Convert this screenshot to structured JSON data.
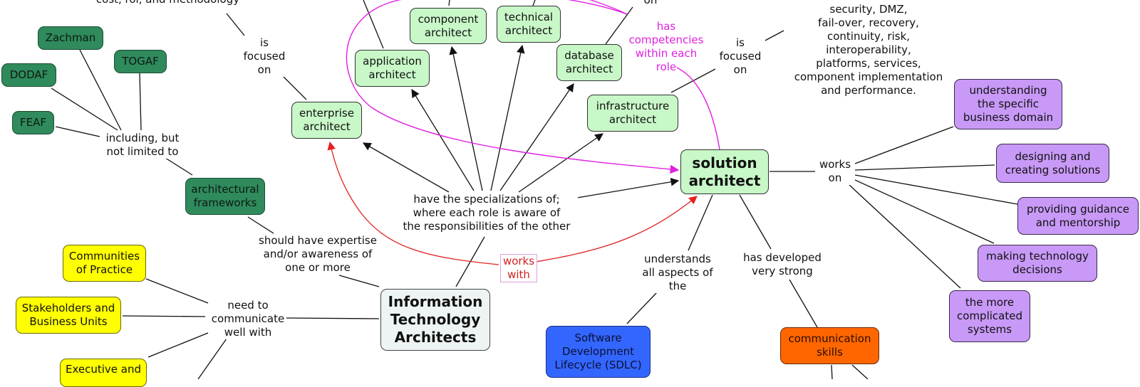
{
  "colors": {
    "link": "#111111",
    "competency_link": "#e020e0",
    "works_with_link": "#e02020",
    "role_node": "#c8f7c8",
    "framework_node": "#2f8a5c",
    "stakeholder_node": "#ffff00",
    "focus_node": "#c899f7",
    "sdlc_node": "#3366ff",
    "skills_node": "#ff6600"
  },
  "nodes": {
    "root": "Information\nTechnology\nArchitects",
    "solution": "solution\narchitect",
    "enterprise": "enterprise\narchitect",
    "application": "application\narchitect",
    "component": "component\narchitect",
    "technical": "technical\narchitect",
    "database": "database\narchitect",
    "infrastructure": "infrastructure\narchitect",
    "zachman": "Zachman",
    "togaf": "TOGAF",
    "dodaf": "DODAF",
    "feaf": "FEAF",
    "frameworks": "architectural\nframeworks",
    "communities": "Communities\nof Practice",
    "stakeholders": "Stakeholders and\nBusiness Units",
    "executive": "Executive and",
    "understanding_domain": "understanding\nthe specific\nbusiness domain",
    "designing": "designing and\ncreating solutions",
    "guidance": "providing guidance\nand mentorship",
    "decisions": "making technology\ndecisions",
    "complicated": "the more\ncomplicated\nsystems",
    "sdlc": "Software\nDevelopment\nLifecycle (SDLC)",
    "communication": "communication\nskills"
  },
  "labels": {
    "enterprise_focus_text": "cost, roi, and methodology",
    "enterprise_is_focused_on": "is\nfocused\non",
    "including": "including, but\nnot limited to",
    "should_have_expertise": "should have expertise\nand/or awareness of\none or more",
    "need_to_communicate": "need to\ncommunicate\nwell with",
    "specializations": "have the specializations of;\nwhere each role is aware of\nthe responsibilities of the other",
    "works_with": "works\nwith",
    "has_competencies": "has\ncompetencies\nwithin each\nrole",
    "database_on": "on",
    "infra_is_focused_on": "is\nfocused\non",
    "infra_focus_text": "security, DMZ,\nfail-over, recovery,\ncontinuity, risk,\ninteroperability,\nplatforms, services,\ncomponent implementation\nand performance.",
    "works_on": "works\non",
    "understands_all": "understands\nall aspects of\nthe",
    "has_developed": "has developed\nvery strong"
  }
}
